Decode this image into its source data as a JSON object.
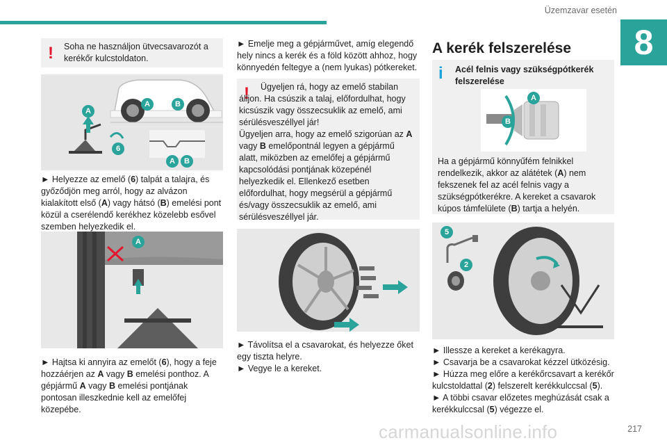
{
  "header": {
    "title": "Üzemzavar esetén",
    "chapter": "8"
  },
  "footer": {
    "page_number": "217",
    "watermark": "carmanualsonline.info"
  },
  "col1": {
    "warning": "Soha ne használjon ütvecsavarozót a kerékőr kulcstoldaton.",
    "illus1_labels": {
      "a1": "A",
      "a2": "A",
      "b1": "B",
      "a3": "A",
      "b2": "B",
      "n6": "6"
    },
    "para1": {
      "t1": "► Helyezze az emelő (",
      "b1": "6",
      "t2": ") talpát a talajra, és győződjön meg arról, hogy az alvázon kialakított első (",
      "b2": "A",
      "t3": ") vagy hátsó (",
      "b3": "B",
      "t4": ") emelési pont közül a cserélendő kerékhez közelebb esővel szemben helyezkedik el."
    },
    "illus2_labels": {
      "a": "A"
    },
    "para2": {
      "t1": "► Hajtsa ki annyira az emelőt (",
      "b1": "6",
      "t2": "), hogy a feje hozzáérjen az ",
      "b2": "A",
      "t3": " vagy ",
      "b3": "B",
      "t4": " emelési ponthoz. A gépjármű ",
      "b4": "A",
      "t5": " vagy ",
      "b5": "B",
      "t6": " emelési pontjának pontosan illeszkednie kell az emelőfej közepébe."
    }
  },
  "col2": {
    "para1": "► Emelje meg a gépjárművet, amíg elegendő hely nincs a kerék és a föld között ahhoz, hogy könnyedén feltegye a (nem lyukas) pótkereket.",
    "warning": {
      "t1": "Ügyeljen rá, hogy az emelő stabilan álljon. Ha csúszik a talaj, előfordulhat, hogy kicsúszik vagy összecsuklik az emelő, ami sérülésveszéllyel jár!",
      "t2": "Ügyeljen arra, hogy az emelő szigorúan az ",
      "b1": "A",
      "t3": " vagy ",
      "b2": "B",
      "t4": " emelőpontnál legyen a gépjármű alatt, miközben az emelőfej a gépjármű kapcsolódási pontjának közepénél helyezkedik el. Ellenkező esetben előfordulhat, hogy megsérül a gépjármű és/vagy összecsuklik az emelő, ami sérülésveszéllyel jár."
    },
    "para2": {
      "l1": "► Távolítsa el a csavarokat, és helyezze őket egy tiszta helyre.",
      "l2": "► Vegye le a kereket."
    }
  },
  "col3": {
    "section_title": "A kerék felszerelése",
    "info": {
      "title": "Acél felnis vagy szükségpótkerék felszerelése",
      "labels": {
        "a": "A",
        "b": "B"
      },
      "t1": "Ha a gépjármű könnyűfém felnikkel rendelkezik, akkor az alátétek (",
      "b1": "A",
      "t2": ") nem fekszenek fel az acél felnis vagy a szükségpótkerékre. A kereket a csavarok kúpos támfelülete (",
      "b2": "B",
      "t3": ") tartja a helyén."
    },
    "illus_labels": {
      "n5": "5",
      "n2": "2"
    },
    "steps": {
      "s1": "► Illessze a kereket a kerékagyra.",
      "s2": "► Csavarja be a csavarokat kézzel ütközésig.",
      "s3a": "► Húzza meg előre a kerékőrcsavart a kerékőr kulcstoldattal (",
      "s3b1": "2",
      "s3b": ") felszerelt kerékkulccsal (",
      "s3b2": "5",
      "s3c": ").",
      "s4a": "► A többi csavar előzetes meghúzását csak a kerékkulccsal (",
      "s4b1": "5",
      "s4b": ") végezze el."
    }
  },
  "colors": {
    "accent": "#2aa39b",
    "warning": "#e3162d",
    "info": "#1aa3d8",
    "box_bg": "#f0f0f0",
    "label_blue": "#2aa39b"
  }
}
